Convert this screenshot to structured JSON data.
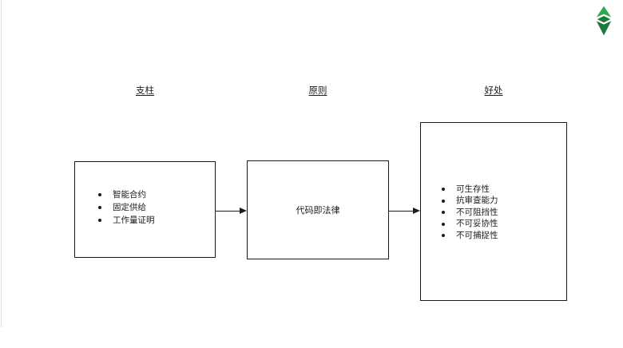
{
  "canvas": {
    "background": "#ffffff"
  },
  "logo": {
    "name": "ethereum-classic-logo",
    "color_light": "#31A94F",
    "color_dark": "#1C7A3D"
  },
  "columns": [
    {
      "header": "支柱",
      "box": {
        "type": "bullets",
        "items": [
          "智能合约",
          "固定供给",
          "工作量证明"
        ]
      }
    },
    {
      "header": "原则",
      "box": {
        "type": "label",
        "label": "代码即法律"
      }
    },
    {
      "header": "好处",
      "box": {
        "type": "bullets",
        "items": [
          "可生存性",
          "抗审查能力",
          "不可阻挡性",
          "不可妥协性",
          "不可捕捉性"
        ]
      }
    }
  ],
  "line_color": "#1c1c1c"
}
